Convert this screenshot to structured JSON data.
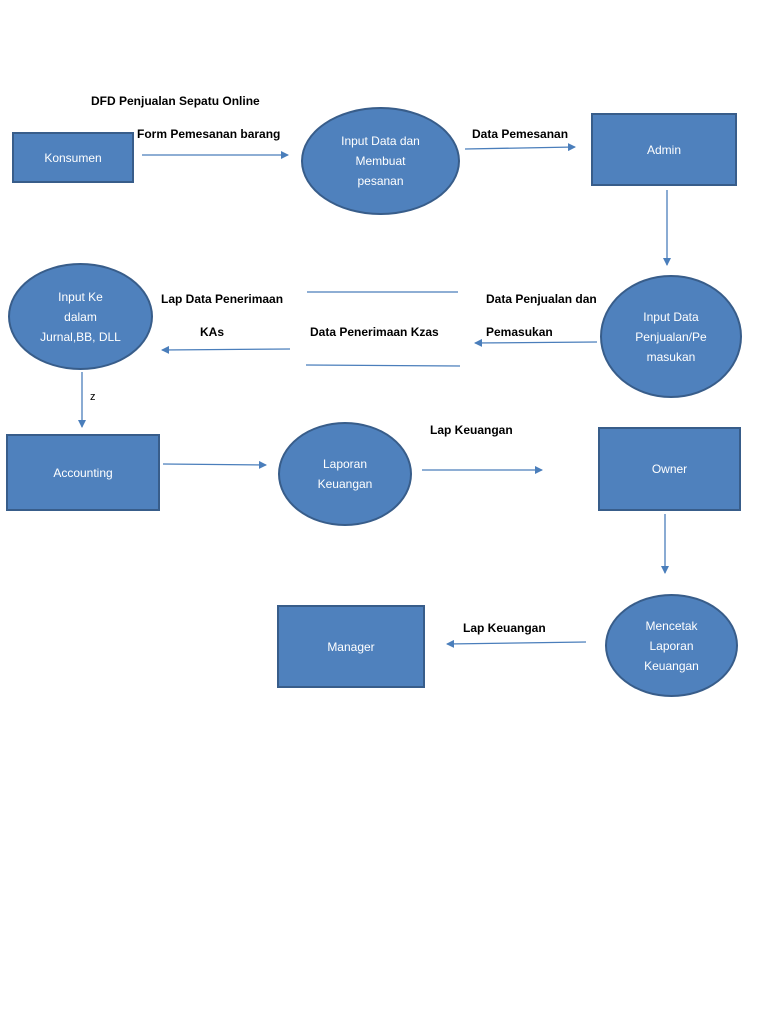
{
  "title": "DFD Penjualan Sepatu Online",
  "colors": {
    "node_fill": "#4f81bd",
    "node_border": "#385d8a",
    "arrow": "#4a7ebb"
  },
  "nodes": {
    "konsumen": "Konsumen",
    "input_data_pesanan": "Input Data dan\nMembuat\npesanan",
    "admin": "Admin",
    "input_data_penjualan": "Input Data\nPenjualan/Pe\nmasukan",
    "input_jurnal": "Input Ke\ndalam\nJurnal,BB, DLL",
    "accounting": "Accounting",
    "laporan_keuangan": "Laporan\nKeuangan",
    "owner": "Owner",
    "mencetak_laporan": "Mencetak\nLaporan\nKeuangan",
    "manager": "Manager"
  },
  "flows": {
    "form_pemesanan": "Form Pemesanan barang",
    "data_pemesanan": "Data Pemesanan",
    "lap_data_penerimaan": "Lap Data Penerimaan",
    "kas": "KAs",
    "data_penerimaan_kzas": "Data Penerimaan Kzas",
    "data_penjualan_dan": "Data Penjualan dan",
    "pemasukan": "Pemasukan",
    "z": "z",
    "lap_keuangan_1": "Lap Keuangan",
    "lap_keuangan_2": "Lap Keuangan"
  }
}
